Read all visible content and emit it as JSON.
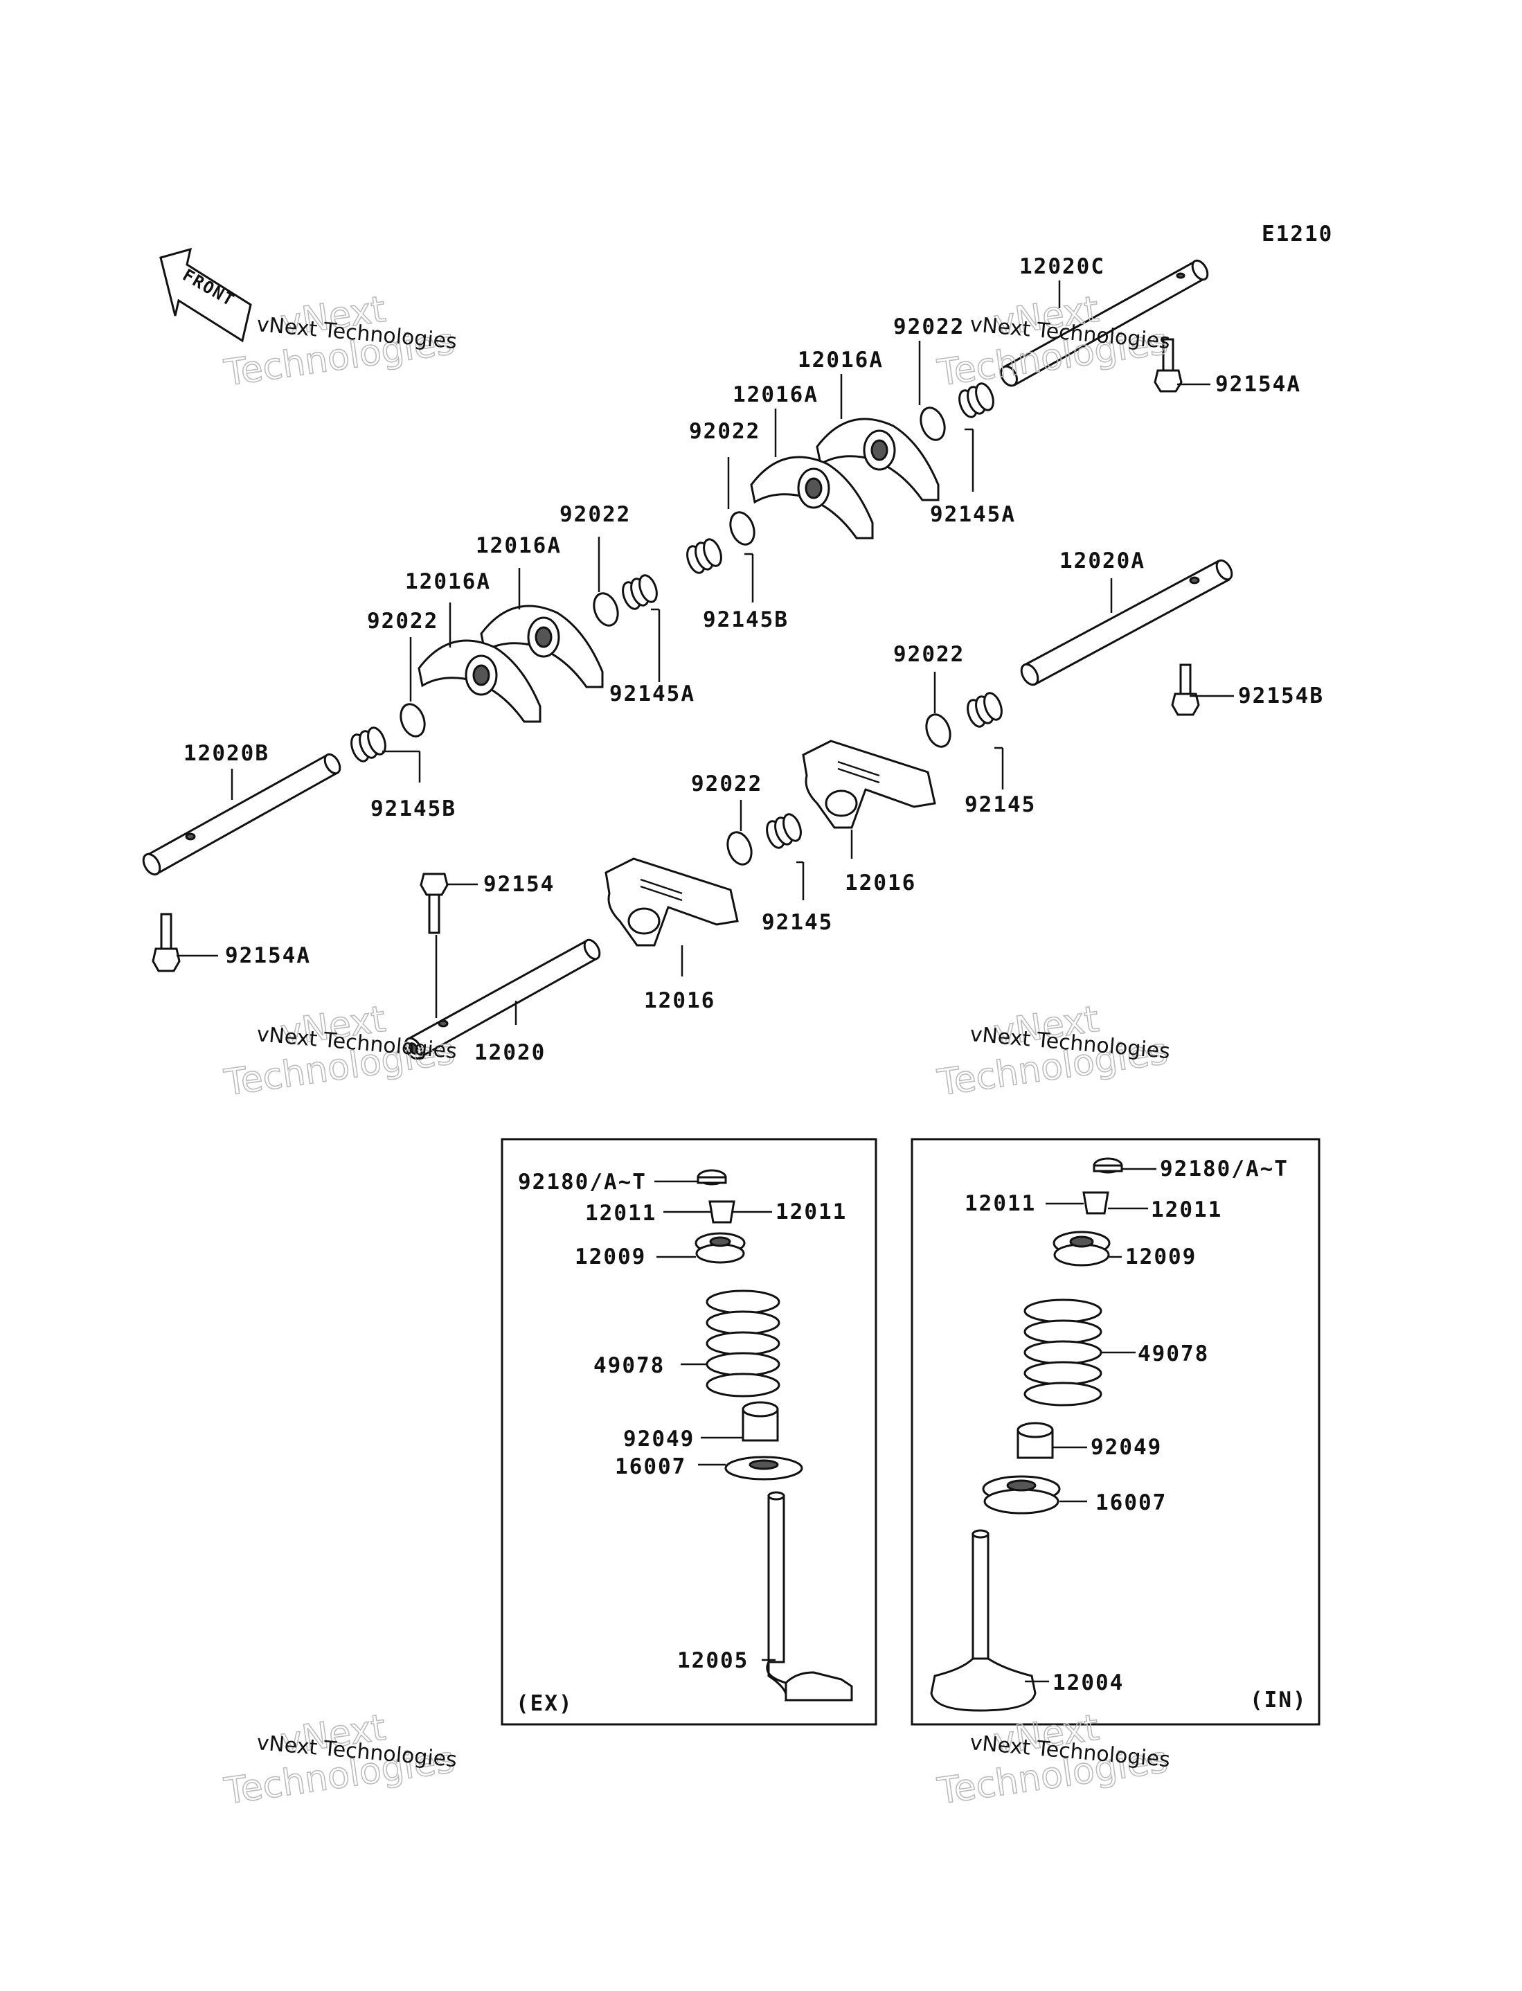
{
  "diagram": {
    "code": "E1210",
    "front_label": "FRONT",
    "watermark_line1": "vNext Technologies",
    "watermark_line2a": "vNext",
    "watermark_line2b": "Technologies",
    "panel_exhaust_label": "(EX)",
    "panel_intake_label": "(IN)"
  },
  "callouts": {
    "top": [
      {
        "id": "c1",
        "text": "12020C"
      },
      {
        "id": "c2",
        "text": "92022"
      },
      {
        "id": "c3",
        "text": "12016A"
      },
      {
        "id": "c4",
        "text": "92154A"
      },
      {
        "id": "c5",
        "text": "12016A"
      },
      {
        "id": "c6",
        "text": "92022"
      },
      {
        "id": "c7",
        "text": "92145A"
      },
      {
        "id": "c8",
        "text": "92022"
      },
      {
        "id": "c9",
        "text": "12016A"
      },
      {
        "id": "c10",
        "text": "12020A"
      },
      {
        "id": "c11",
        "text": "12016A"
      },
      {
        "id": "c12",
        "text": "92145B"
      },
      {
        "id": "c13",
        "text": "92022"
      },
      {
        "id": "c14",
        "text": "92145A"
      },
      {
        "id": "c15",
        "text": "92154B"
      },
      {
        "id": "c16",
        "text": "92022"
      },
      {
        "id": "c17",
        "text": "12020B"
      },
      {
        "id": "c18",
        "text": "92022"
      },
      {
        "id": "c19",
        "text": "92145"
      },
      {
        "id": "c20",
        "text": "92145B"
      },
      {
        "id": "c21",
        "text": "12016"
      },
      {
        "id": "c22",
        "text": "92154"
      },
      {
        "id": "c23",
        "text": "92145"
      },
      {
        "id": "c24",
        "text": "92154A"
      },
      {
        "id": "c25",
        "text": "12016"
      },
      {
        "id": "c26",
        "text": "12020"
      }
    ],
    "exhaust": [
      {
        "id": "e1",
        "text": "92180/A~T"
      },
      {
        "id": "e2",
        "text": "12011"
      },
      {
        "id": "e3",
        "text": "12011"
      },
      {
        "id": "e4",
        "text": "12009"
      },
      {
        "id": "e5",
        "text": "49078"
      },
      {
        "id": "e6",
        "text": "92049"
      },
      {
        "id": "e7",
        "text": "16007"
      },
      {
        "id": "e8",
        "text": "12005"
      }
    ],
    "intake": [
      {
        "id": "i1",
        "text": "92180/A~T"
      },
      {
        "id": "i2",
        "text": "12011"
      },
      {
        "id": "i3",
        "text": "12011"
      },
      {
        "id": "i4",
        "text": "12009"
      },
      {
        "id": "i5",
        "text": "49078"
      },
      {
        "id": "i6",
        "text": "92049"
      },
      {
        "id": "i7",
        "text": "16007"
      },
      {
        "id": "i8",
        "text": "12004"
      }
    ]
  }
}
